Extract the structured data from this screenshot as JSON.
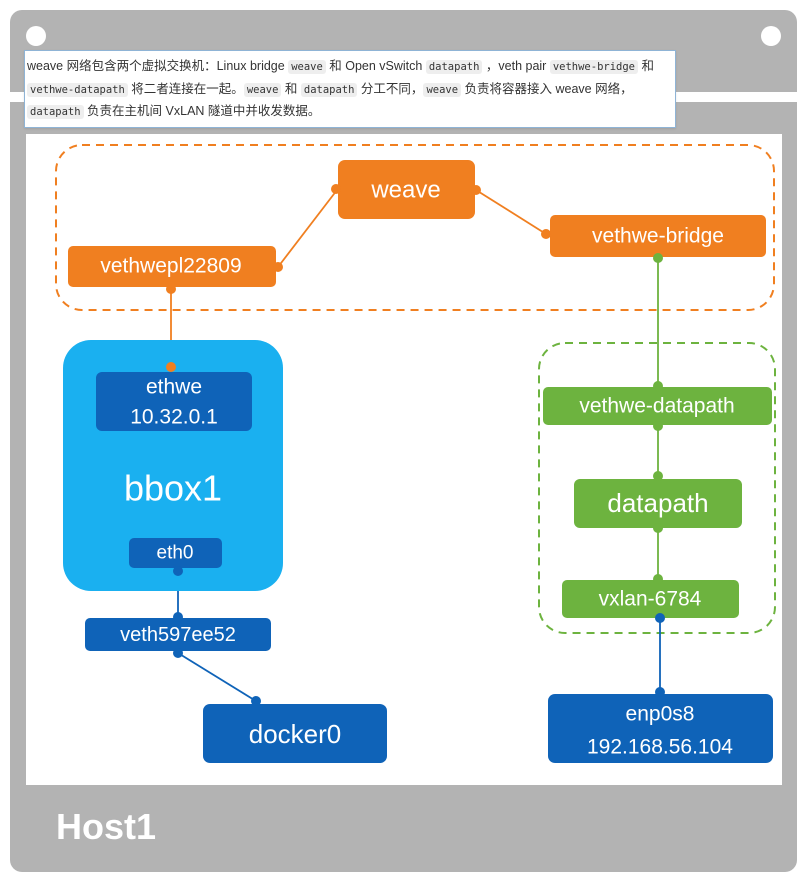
{
  "caption": {
    "t1": "weave 网络包含两个虚拟交换机：Linux bridge ",
    "c1": "weave",
    "t2": " 和 Open vSwitch ",
    "c2": "datapath",
    "t3": " ，veth pair ",
    "c3": "vethwe-bridge",
    "t4": " 和 ",
    "c4": "vethwe-datapath",
    "t5": " 将二者连接在一起。",
    "c5": "weave",
    "t6": " 和 ",
    "c6": "datapath",
    "t7": " 分工不同，",
    "c7": "weave",
    "t8": " 负责将容器接入 weave 网络，",
    "c8": "datapath",
    "t9": " 负责在主机间 VxLAN 隧道中并收发数据。"
  },
  "host": {
    "label": "Host1"
  },
  "nodes": {
    "weave": "weave",
    "vethwepl": "vethwepl22809",
    "vethwe_bridge": "vethwe-bridge",
    "bbox1": "bbox1",
    "ethwe_name": "ethwe",
    "ethwe_ip": "10.32.0.1",
    "eth0": "eth0",
    "veth597": "veth597ee52",
    "docker0": "docker0",
    "vethwe_datapath": "vethwe-datapath",
    "datapath": "datapath",
    "vxlan": "vxlan-6784",
    "enp0s8_name": "enp0s8",
    "enp0s8_ip": "192.168.56.104"
  },
  "colors": {
    "orange": "#f07f20",
    "green": "#6db33f",
    "dark_blue": "#0f63b8",
    "light_blue": "#1ab0f0",
    "frame_gray": "#b3b3b3"
  }
}
